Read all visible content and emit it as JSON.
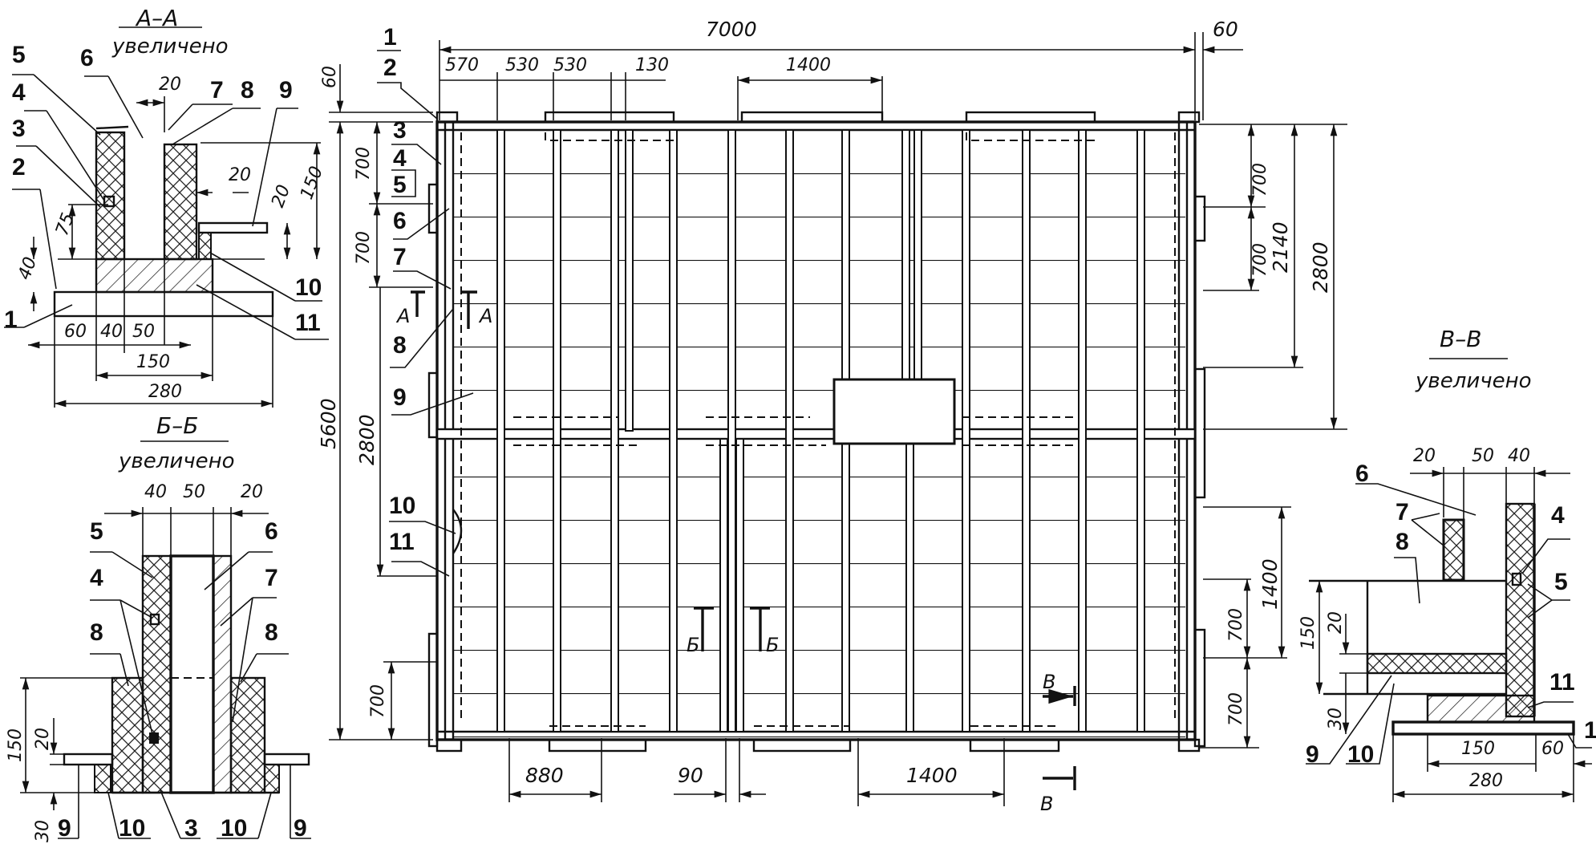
{
  "sections": {
    "aa": {
      "title": "А–А",
      "subtitle": "увеличено",
      "callouts": [
        "5",
        "6",
        "4",
        "3",
        "2",
        "1",
        "7",
        "8",
        "9",
        "10",
        "11"
      ],
      "dims": {
        "top_20": "20",
        "right_20": "20",
        "h_20": "20",
        "h_150": "150",
        "h_75": "75",
        "h_40": "40",
        "w_60": "60",
        "w_40": "40",
        "w_50": "50",
        "w_150": "150",
        "w_280": "280"
      }
    },
    "bb": {
      "title": "Б–Б",
      "subtitle": "увеличено",
      "callouts": [
        "5",
        "4",
        "8",
        "6",
        "7",
        "8",
        "9",
        "10",
        "3",
        "10",
        "9"
      ],
      "dims": {
        "w_40": "40",
        "w_50": "50",
        "w_20": "20",
        "h_150": "150",
        "h_20": "20",
        "h_30": "30"
      }
    },
    "vv": {
      "title": "В–В",
      "subtitle": "увеличено",
      "callouts": [
        "6",
        "7",
        "8",
        "4",
        "5",
        "11",
        "1",
        "9",
        "10"
      ],
      "dims": {
        "w_20": "20",
        "w_50": "50",
        "w_40": "40",
        "h_150": "150",
        "h_20": "20",
        "h_30": "30",
        "w_150": "150",
        "w_60": "60",
        "w_280": "280"
      }
    }
  },
  "plan": {
    "top_dims": {
      "overall": "7000",
      "right_60": "60",
      "d570": "570",
      "d530a": "530",
      "d530b": "530",
      "d130": "130",
      "d1400": "1400"
    },
    "left_dims": {
      "top_60": "60",
      "d700a": "700",
      "d700b": "700",
      "d2800": "2800",
      "d5600": "5600",
      "d700c": "700"
    },
    "right_dims": {
      "d700a": "700",
      "d700b": "700",
      "d2140": "2140",
      "d2800": "2800",
      "d1400": "1400",
      "d700c": "700",
      "d700d": "700"
    },
    "bottom_dims": {
      "d880": "880",
      "d90": "90",
      "d1400": "1400"
    },
    "callouts": {
      "c1": "1",
      "c2": "2",
      "c3": "3",
      "c4": "4",
      "c5": "5",
      "c6": "6",
      "c7": "7",
      "c8": "8",
      "c9": "9",
      "c10": "10",
      "c11": "11"
    },
    "cut_marks": {
      "a": "А",
      "b": "Б",
      "v": "В"
    }
  }
}
